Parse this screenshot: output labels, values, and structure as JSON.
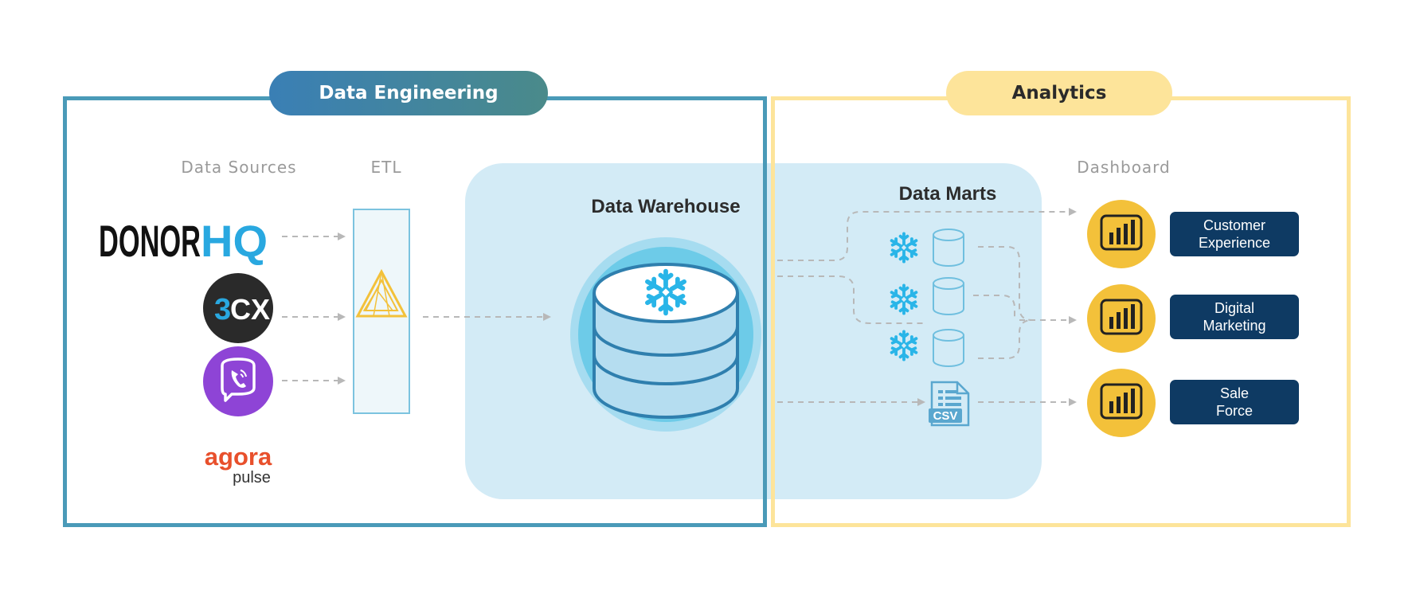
{
  "sections": {
    "engineering": {
      "title": "Data Engineering",
      "color_start": "#3a7fb5",
      "color_end": "#4a8a8a",
      "border": "#4a9ab8"
    },
    "analytics": {
      "title": "Analytics",
      "color": "#fde49a",
      "border": "#fde49a"
    }
  },
  "columns": {
    "sources": "Data Sources",
    "etl": "ETL",
    "dashboard": "Dashboard"
  },
  "warehouse_panel": {
    "warehouse_title": "Data Warehouse",
    "marts_title": "Data Marts",
    "fill": "#d3ebf6"
  },
  "sources": [
    {
      "name": "donorhq-logo",
      "text_a": "DONOR",
      "text_b": "HQ"
    },
    {
      "name": "3cx-logo",
      "text_a": "3",
      "text_b": "CX"
    },
    {
      "name": "viber-logo",
      "icon": "phone-icon"
    },
    {
      "name": "agorapulse-logo",
      "text_a": "agora",
      "text_b": "pulse"
    }
  ],
  "data_marts": {
    "csv_label": "CSV"
  },
  "dashboards": [
    {
      "line1": "Customer",
      "line2": "Experience",
      "icon": "power-bi-icon"
    },
    {
      "line1": "Digital",
      "line2": "Marketing",
      "icon": "power-bi-icon"
    },
    {
      "line1": "Sale",
      "line2": "Force",
      "icon": "power-bi-icon"
    }
  ],
  "colors": {
    "snowflake": "#29b5e8",
    "powerbi_circle": "#f3c13a",
    "dashboard_box": "#0e3a63",
    "arrow": "#b8b8b8"
  }
}
